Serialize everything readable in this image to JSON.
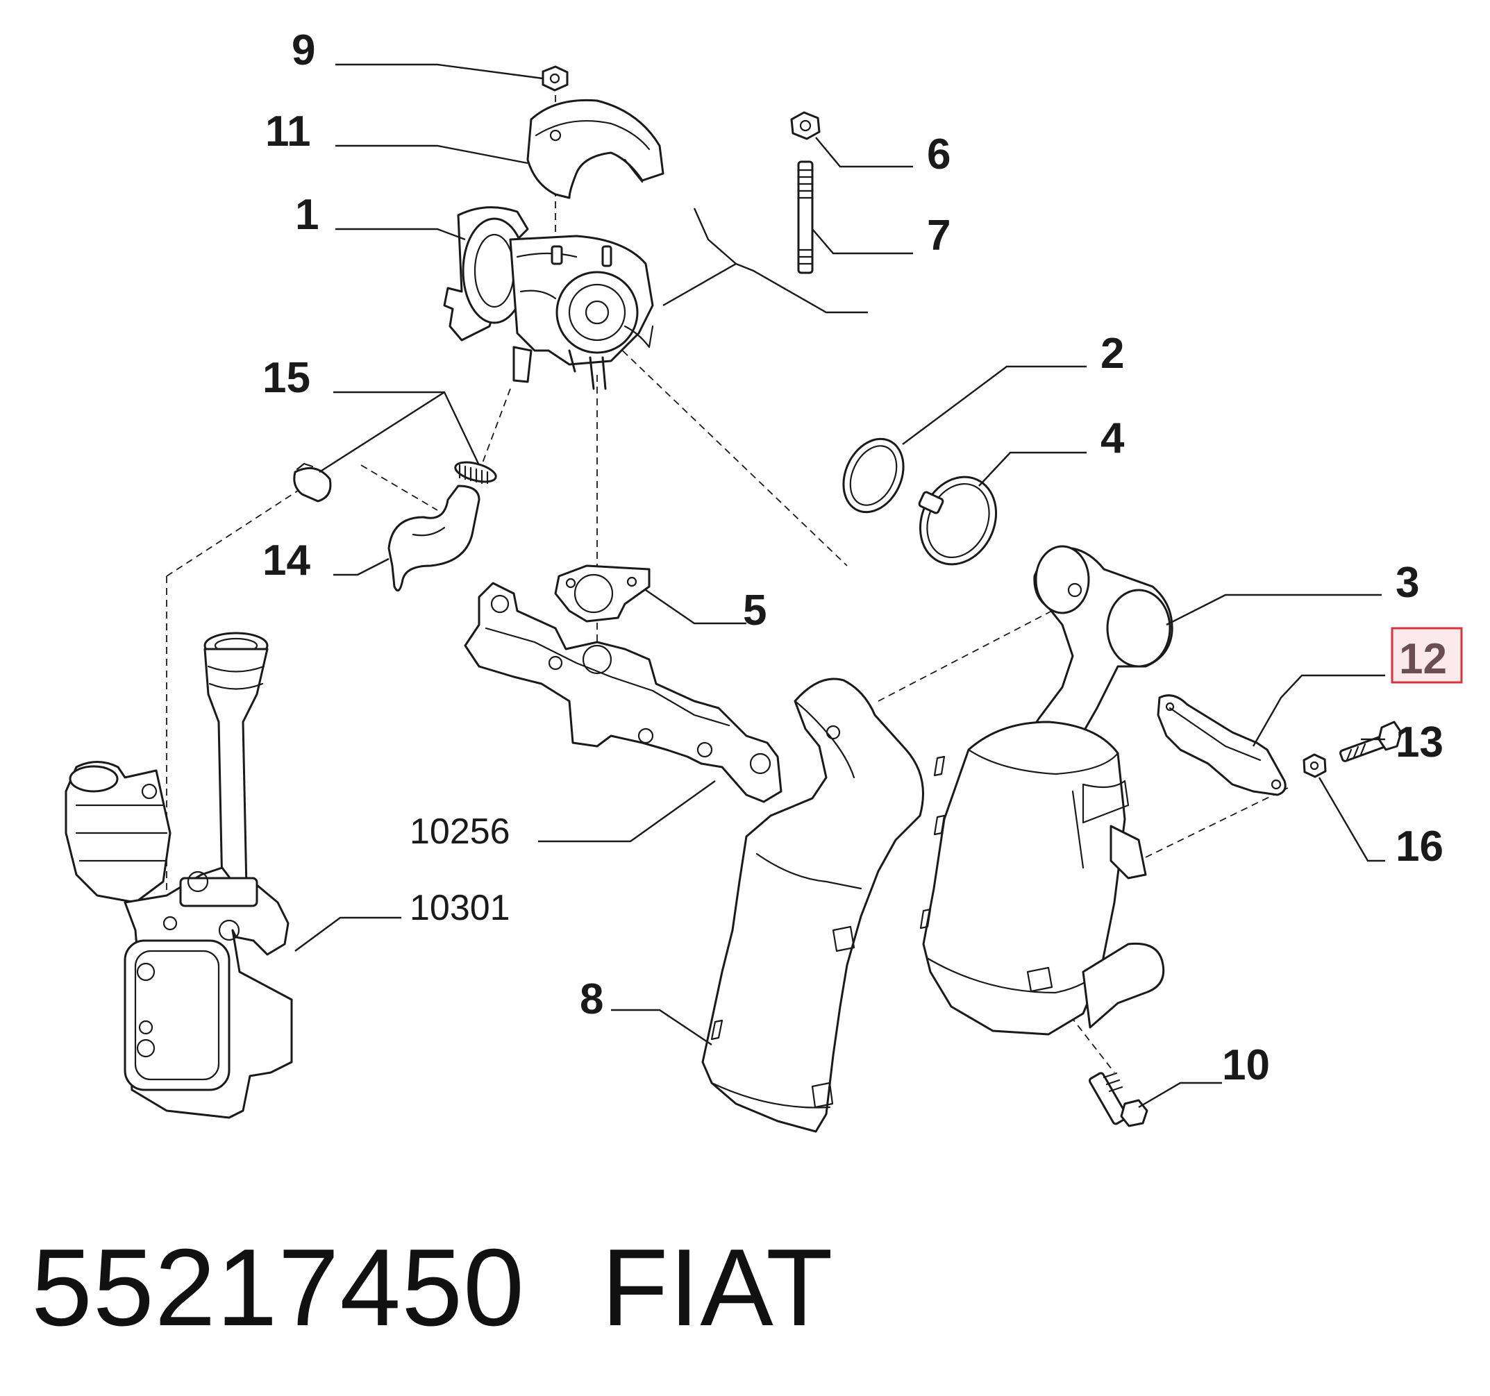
{
  "diagram": {
    "callouts": [
      {
        "id": "9",
        "text": "9"
      },
      {
        "id": "11",
        "text": "11"
      },
      {
        "id": "1",
        "text": "1"
      },
      {
        "id": "6",
        "text": "6"
      },
      {
        "id": "7",
        "text": "7"
      },
      {
        "id": "15",
        "text": "15"
      },
      {
        "id": "2",
        "text": "2"
      },
      {
        "id": "4",
        "text": "4"
      },
      {
        "id": "14",
        "text": "14"
      },
      {
        "id": "5",
        "text": "5"
      },
      {
        "id": "3",
        "text": "3"
      },
      {
        "id": "12",
        "text": "12"
      },
      {
        "id": "13",
        "text": "13"
      },
      {
        "id": "16",
        "text": "16"
      },
      {
        "id": "10256",
        "text": "10256"
      },
      {
        "id": "10301",
        "text": "10301"
      },
      {
        "id": "8",
        "text": "8"
      },
      {
        "id": "10",
        "text": "10"
      }
    ],
    "highlighted_callout": "12",
    "highlight_color": "#d9343f",
    "highlight_fill": "#fbe9ec"
  },
  "footer": {
    "part_number": "55217450",
    "brand": "FIAT"
  }
}
